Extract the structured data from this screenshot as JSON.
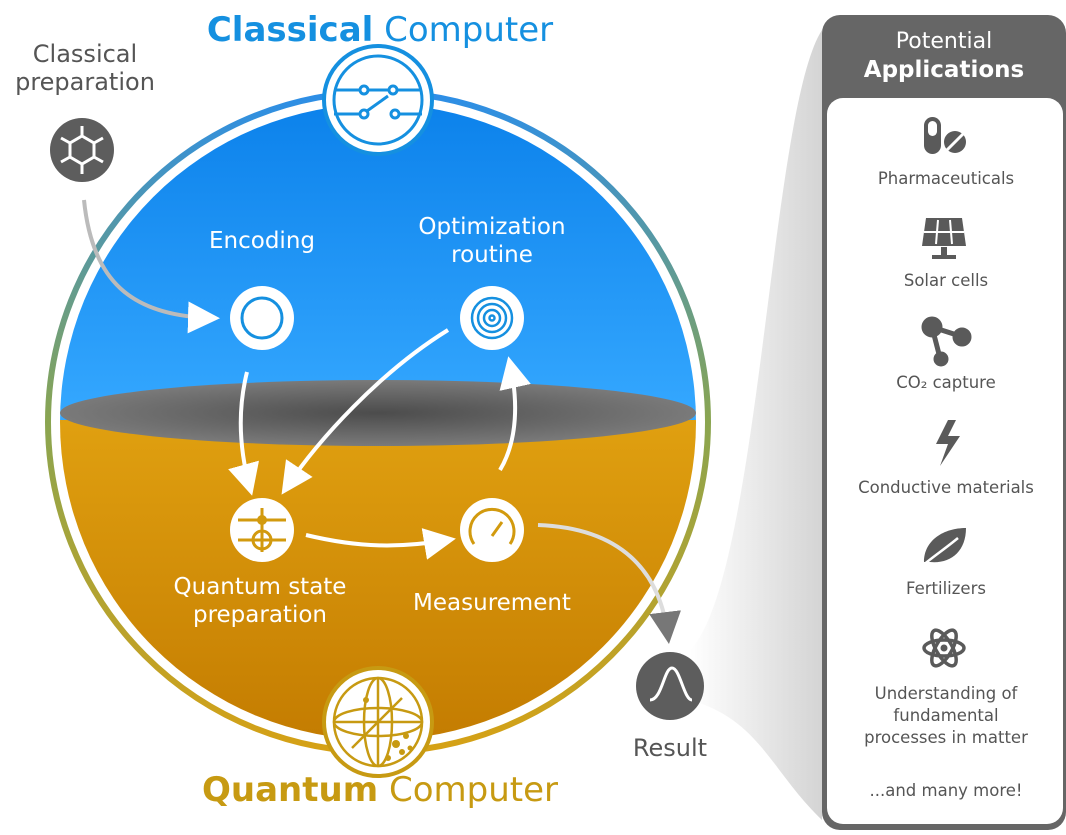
{
  "title_classical": {
    "bold": "Classical",
    "rest": " Computer"
  },
  "title_quantum": {
    "bold": "Quantum",
    "rest": " Computer"
  },
  "classical_preparation": [
    "Classical",
    "preparation"
  ],
  "encoding": "Encoding",
  "optimization": [
    "Optimization",
    "routine"
  ],
  "state_prep": [
    "Quantum state",
    "preparation"
  ],
  "measurement": "Measurement",
  "result": "Result",
  "panel": {
    "title_line1": "Potential",
    "title_line2": "Applications",
    "items": [
      {
        "label": "Pharmaceuticals",
        "icon": "pills-icon"
      },
      {
        "label": "Solar cells",
        "icon": "solar-panel-icon"
      },
      {
        "label": "CO₂ capture",
        "icon": "molecule-icon"
      },
      {
        "label": "Conductive materials",
        "icon": "lightning-bolt-icon"
      },
      {
        "label": "Fertilizers",
        "icon": "leaf-icon"
      },
      {
        "label_lines": [
          "Understanding of",
          "fundamental",
          "processes in matter"
        ],
        "icon": "atom-icon"
      }
    ],
    "more": "...and many more!"
  },
  "colors": {
    "classical": "#1590e0",
    "quantum": "#c79a12",
    "panel": "#666666"
  }
}
